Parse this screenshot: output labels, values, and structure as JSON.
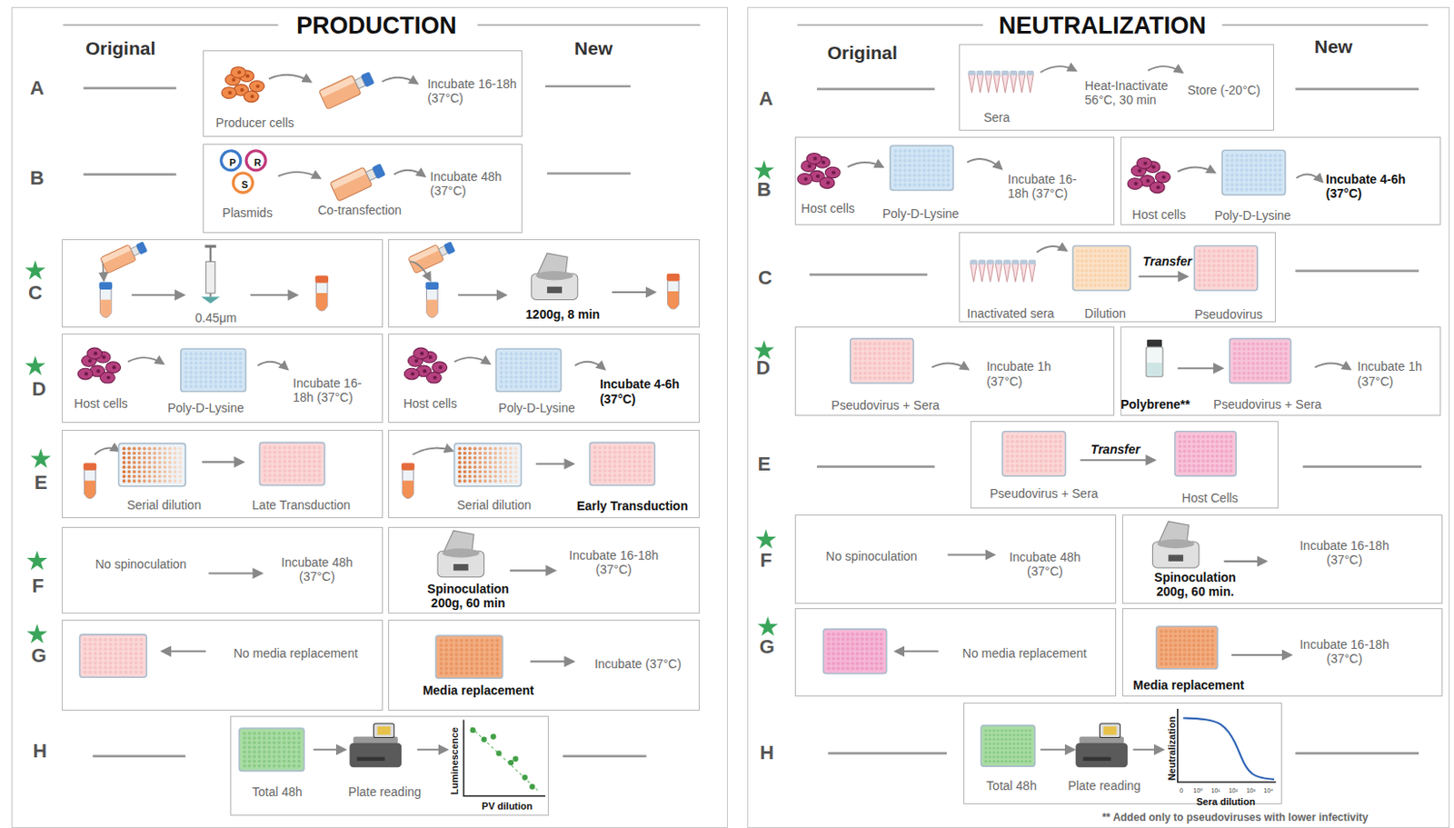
{
  "diagram": {
    "nodes": [
      {
        "text": [
          "PRODUCTION"
        ]
      },
      {
        "text": [
          "Producer cells",
          "Incubate 16-18h (37°C)"
        ],
        "in": 0
      },
      {
        "text": [
          "P",
          "R",
          "S",
          "Plasmids",
          "Co-transfection",
          "Incubate 48h (37°C)"
        ],
        "in": 0
      },
      {
        "text": [
          "0.45μm"
        ],
        "in": 0
      },
      {
        "text": [
          "1200g, 8 min"
        ],
        "in": 0
      },
      {
        "text": [
          "Host cells",
          "Poly-D-Lysine",
          "Incubate 16-18h (37°C)"
        ],
        "in": 0
      },
      {
        "text": [
          "Host cells",
          "Poly-D-Lysine",
          "Incubate 4-6h (37°C)"
        ],
        "in": 0
      },
      {
        "text": [
          "Serial dilution",
          "Late Transduction"
        ],
        "in": 0
      },
      {
        "text": [
          "Serial dilution",
          "Early Transduction"
        ],
        "in": 0
      },
      {
        "text": [
          "No spinoculation",
          "Incubate 48h (37°C)"
        ],
        "in": 0
      },
      {
        "text": [
          "Spinoculation 200g, 60 min",
          "Incubate 16-18h (37°C)"
        ],
        "in": 0
      },
      {
        "text": [
          "No media replacement"
        ],
        "in": 0
      },
      {
        "text": [
          "Media replacement",
          "Incubate (37°C)"
        ],
        "in": 0
      },
      {
        "text": [
          "Total 48h",
          "Plate reading",
          "Luminescence",
          "PV dilution"
        ],
        "in": 0
      },
      {
        "text": [
          "NEUTRALIZATION"
        ]
      },
      {
        "text": [
          "Sera",
          "Heat-Inactivate 56°C, 30 min",
          "Store (-20°C)"
        ],
        "in": 14
      },
      {
        "text": [
          "Host cells",
          "Poly-D-Lysine",
          "Incubate 16-18h (37°C)"
        ],
        "in": 14
      },
      {
        "text": [
          "Host cells",
          "Poly-D-Lysine",
          "Incubate 4-6h (37°C)"
        ],
        "in": 14
      },
      {
        "text": [
          "Inactivated sera",
          "Dilution",
          "Transfer",
          "Pseudovirus"
        ],
        "in": 14
      },
      {
        "text": [
          "Pseudovirus + Sera",
          "Incubate 1h (37°C)"
        ],
        "in": 14
      },
      {
        "text": [
          "Polybrene**",
          "Pseudovirus + Sera",
          "Incubate 1h (37°C)"
        ],
        "in": 14
      },
      {
        "text": [
          "Pseudovirus + Sera",
          "Transfer",
          "Host Cells"
        ],
        "in": 14
      },
      {
        "text": [
          "No spinoculation",
          "Incubate 48h (37°C)"
        ],
        "in": 14
      },
      {
        "text": [
          "Spinoculation 200g, 60 min.",
          "Incubate 16-18h (37°C)"
        ],
        "in": 14
      },
      {
        "text": [
          "No media replacement"
        ],
        "in": 14
      },
      {
        "text": [
          "Media replacement",
          "Incubate 16-18h (37°C)"
        ],
        "in": 14
      },
      {
        "text": [
          "Total 48h",
          "Plate reading",
          "Neutralization",
          "Sera dilution",
          "0",
          "10⁰",
          "10¹",
          "10²",
          "10³",
          "10⁴"
        ],
        "in": 14
      }
    ],
    "labels": [
      "Original",
      "New",
      "A",
      "B",
      "C",
      "D",
      "E",
      "F",
      "G",
      "H",
      "Original",
      "New",
      "A",
      "B",
      "C",
      "D",
      "E",
      "F",
      "G",
      "H",
      "** Added only to pseudoviruses with lower infectivity"
    ]
  }
}
